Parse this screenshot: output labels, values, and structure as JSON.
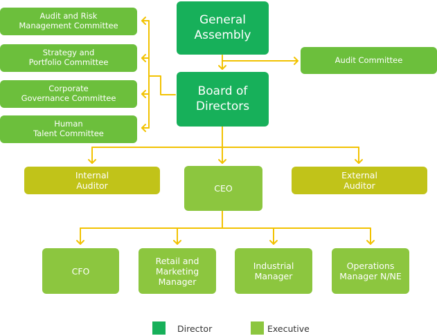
{
  "nodes": {
    "general_assembly": "General\nAssembly",
    "board": "Board of\nDirectors",
    "audit_committee": "Audit Committee",
    "audit_risk": "Audit and Risk\nManagement Committee",
    "strategy": "Strategy and\nPortfolio Committee",
    "governance": "Corporate\nGovernance Committee",
    "talent": "Human\nTalent Committee",
    "internal_auditor": "Internal\nAuditor",
    "ceo": "CEO",
    "external_auditor": "External\nAuditor",
    "cfo": "CFO",
    "retail": "Retail and\nMarketing\nManager",
    "industrial": "Industrial\nManager",
    "operations": "Operations\nManager N/NE"
  },
  "legend": {
    "director": "Director",
    "executive": "Executive"
  },
  "colors": {
    "director": "#17b05a",
    "committee": "#6cbf3c",
    "auditor": "#c1c319",
    "executive": "#8cc63f",
    "connector": "#f2c200"
  }
}
